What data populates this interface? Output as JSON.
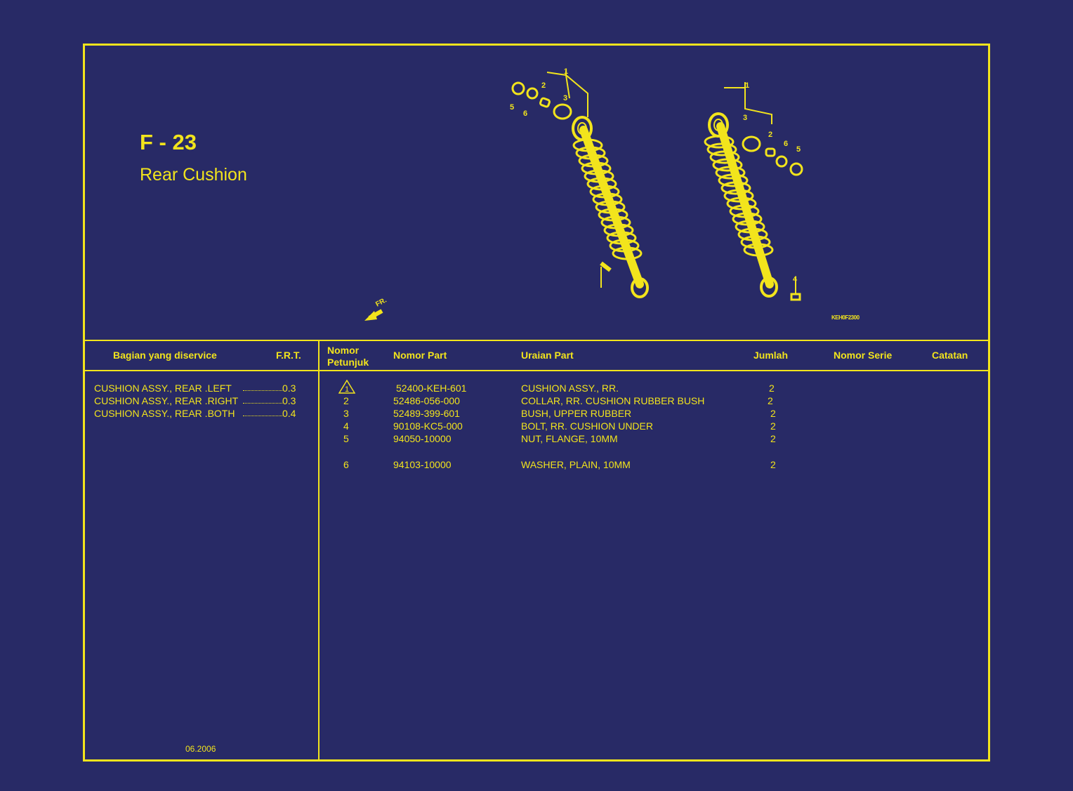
{
  "header": {
    "code": "F - 23",
    "name": "Rear Cushion",
    "diagram_code": "KEH0F2300"
  },
  "diagram": {
    "callouts": [
      "1",
      "2",
      "3",
      "4",
      "5",
      "6"
    ],
    "direction_label": "FR."
  },
  "service_table": {
    "headers": {
      "part": "Bagian yang diservice",
      "frt": "F.R.T."
    },
    "rows": [
      {
        "desc": "CUSHION ASSY., REAR .LEFT",
        "frt": "0.3"
      },
      {
        "desc": "CUSHION ASSY., REAR .RIGHT",
        "frt": "0.3"
      },
      {
        "desc": "CUSHION ASSY., REAR .BOTH",
        "frt": "0.4"
      }
    ],
    "date": "06.2006"
  },
  "parts_table": {
    "headers": {
      "index_line1": "Nomor",
      "index_line2": "Petunjuk",
      "part_no": "Nomor Part",
      "desc": "Uraian Part",
      "qty": "Jumlah",
      "serial": "Nomor Serie",
      "note": "Catatan"
    },
    "rows": [
      {
        "index": "1",
        "part_no": "52400-KEH-601",
        "desc": "CUSHION ASSY., RR.",
        "qty": "2",
        "warning": true
      },
      {
        "index": "2",
        "part_no": "52486-056-000",
        "desc": "COLLAR, RR. CUSHION RUBBER BUSH",
        "qty": "2"
      },
      {
        "index": "3",
        "part_no": "52489-399-601",
        "desc": "BUSH, UPPER RUBBER",
        "qty": "2"
      },
      {
        "index": "4",
        "part_no": "90108-KC5-000",
        "desc": "BOLT, RR. CUSHION UNDER",
        "qty": "2"
      },
      {
        "index": "5",
        "part_no": "94050-10000",
        "desc": "NUT, FLANGE, 10MM",
        "qty": "2"
      },
      {
        "index": "6",
        "part_no": "94103-10000",
        "desc": "WASHER, PLAIN, 10MM",
        "qty": "2"
      }
    ]
  },
  "colors": {
    "background": "#282a66",
    "ink": "#f2e41c"
  }
}
